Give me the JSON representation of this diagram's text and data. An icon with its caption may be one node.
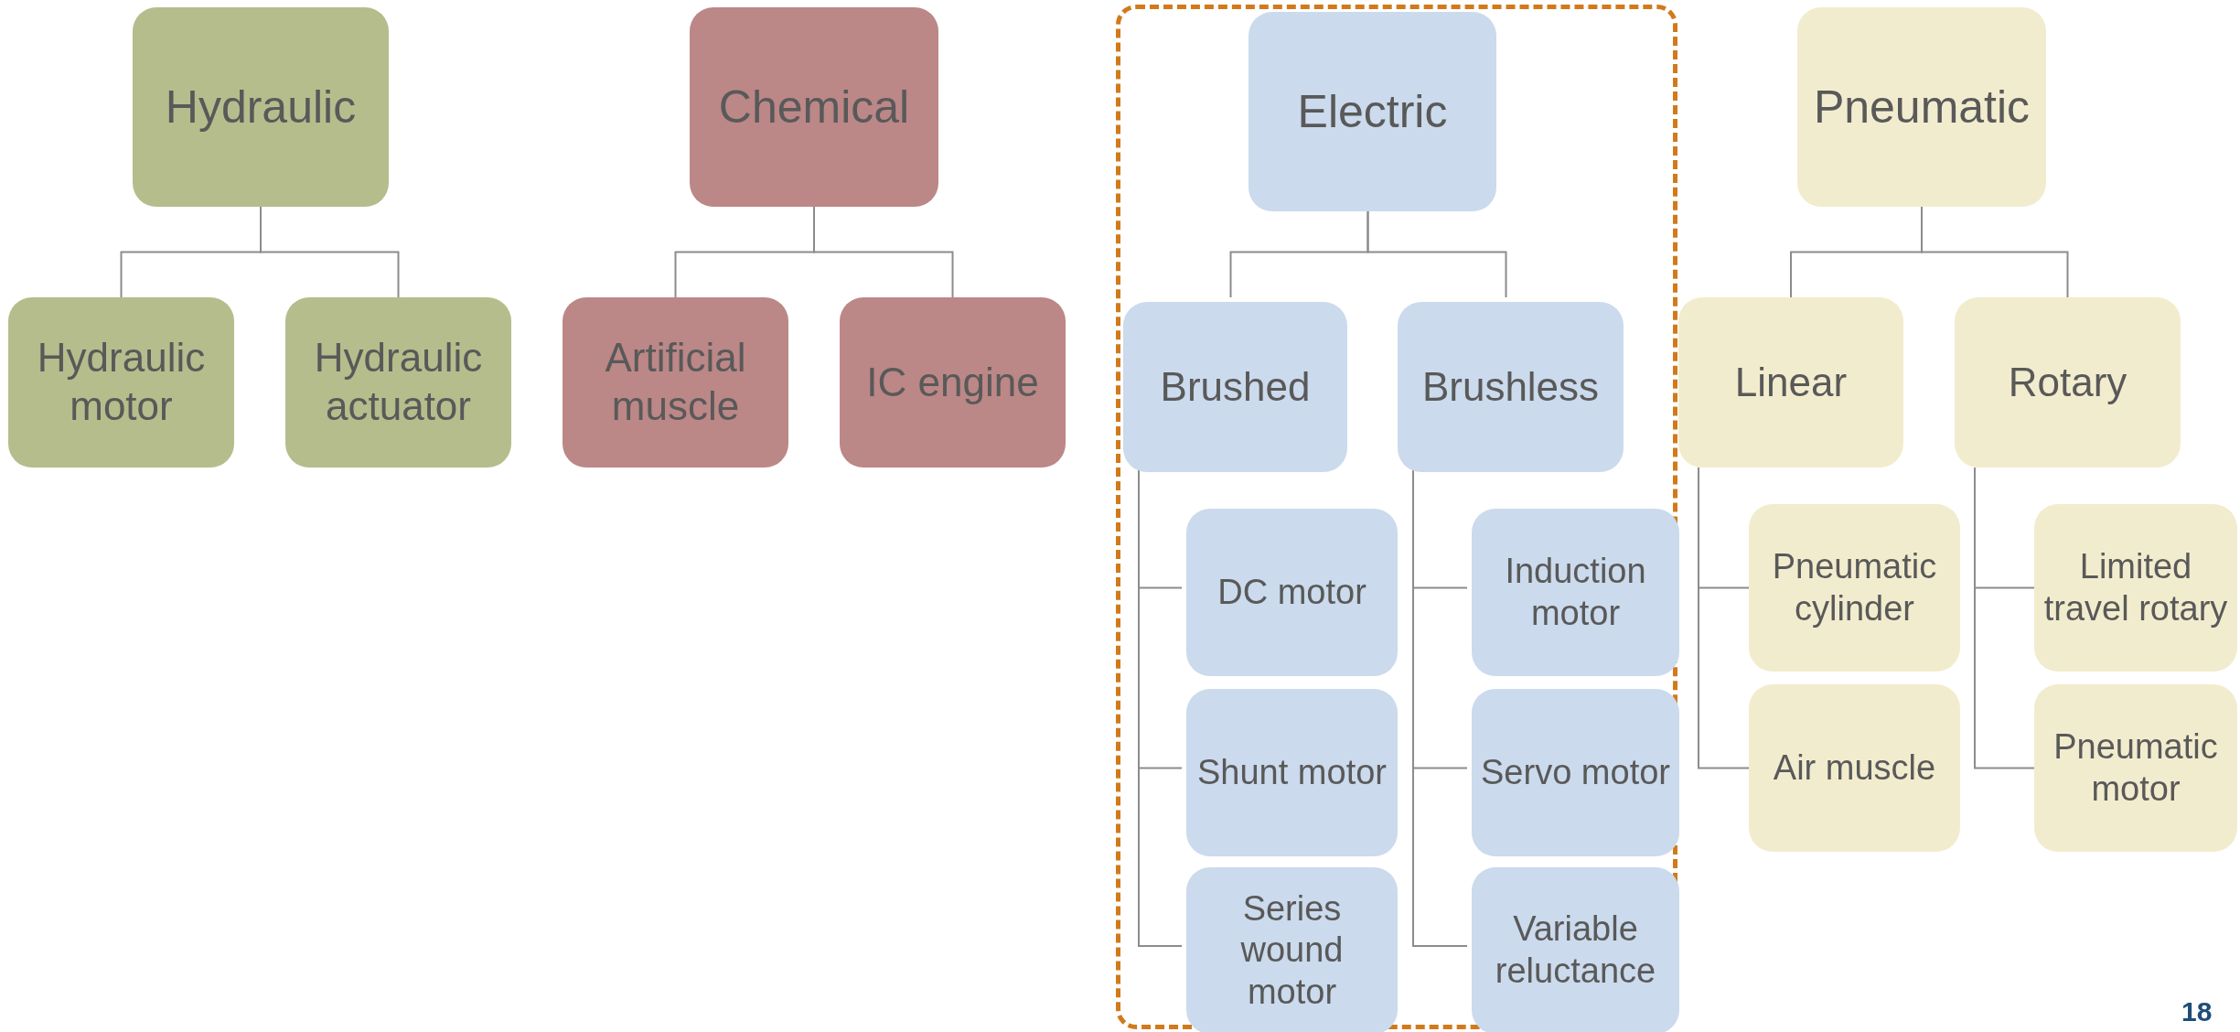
{
  "diagram": {
    "nodes": [
      {
        "text": [
          "Hydraulic"
        ]
      },
      {
        "text": [
          "Chemical"
        ]
      },
      {
        "text": [],
        "shape": "box"
      },
      {
        "text": [
          "Electric"
        ],
        "in": 2
      },
      {
        "text": [
          "Pneumatic"
        ]
      },
      {
        "text": [
          "Hydraulic motor"
        ]
      },
      {
        "text": [
          "Hydraulic actuator"
        ]
      },
      {
        "text": [
          "Artificial muscle"
        ]
      },
      {
        "text": [
          "IC engine"
        ]
      },
      {
        "text": [
          "Brushed"
        ],
        "in": 2
      },
      {
        "text": [
          "Brushless"
        ],
        "in": 2
      },
      {
        "text": [
          "Linear"
        ]
      },
      {
        "text": [
          "Rotary"
        ]
      },
      {
        "text": [
          "DC motor"
        ],
        "in": 2
      },
      {
        "text": [
          "Induction motor"
        ],
        "in": 2
      },
      {
        "text": [
          "Pneumatic cylinder"
        ]
      },
      {
        "text": [
          "Limited travel rotary"
        ]
      },
      {
        "text": [
          "Shunt motor"
        ],
        "in": 2
      },
      {
        "text": [
          "Servo motor"
        ],
        "in": 2
      },
      {
        "text": [
          "Air muscle"
        ]
      },
      {
        "text": [
          "Pneumatic motor"
        ]
      },
      {
        "text": [
          "Series wound motor"
        ],
        "in": 2
      },
      {
        "text": [
          "Variable reluctance"
        ],
        "in": 2
      }
    ],
    "edges": [
      {
        "from": 0,
        "to": 5,
        "arrow": "none"
      },
      {
        "from": 0,
        "to": 6,
        "arrow": "none"
      },
      {
        "from": 1,
        "to": 7,
        "arrow": "none"
      },
      {
        "from": 1,
        "to": 8,
        "arrow": "none"
      },
      {
        "from": 3,
        "to": 9,
        "arrow": "none"
      },
      {
        "from": 3,
        "to": 10,
        "arrow": "none"
      },
      {
        "from": 4,
        "to": 11,
        "arrow": "none"
      },
      {
        "from": 4,
        "to": 12,
        "arrow": "none"
      },
      {
        "from": 9,
        "to": 13,
        "arrow": "none"
      },
      {
        "from": 9,
        "to": 17,
        "arrow": "none"
      },
      {
        "from": 9,
        "to": 21,
        "arrow": "none"
      },
      {
        "from": 10,
        "to": 14,
        "arrow": "none"
      },
      {
        "from": 10,
        "to": 18,
        "arrow": "none"
      },
      {
        "from": 10,
        "to": 22,
        "arrow": "none"
      },
      {
        "from": 11,
        "to": 15,
        "arrow": "none"
      },
      {
        "from": 11,
        "to": 19,
        "arrow": "none"
      },
      {
        "from": 12,
        "to": 16,
        "arrow": "none"
      },
      {
        "from": 12,
        "to": 20,
        "arrow": "none"
      }
    ],
    "labels": [
      "18"
    ]
  }
}
